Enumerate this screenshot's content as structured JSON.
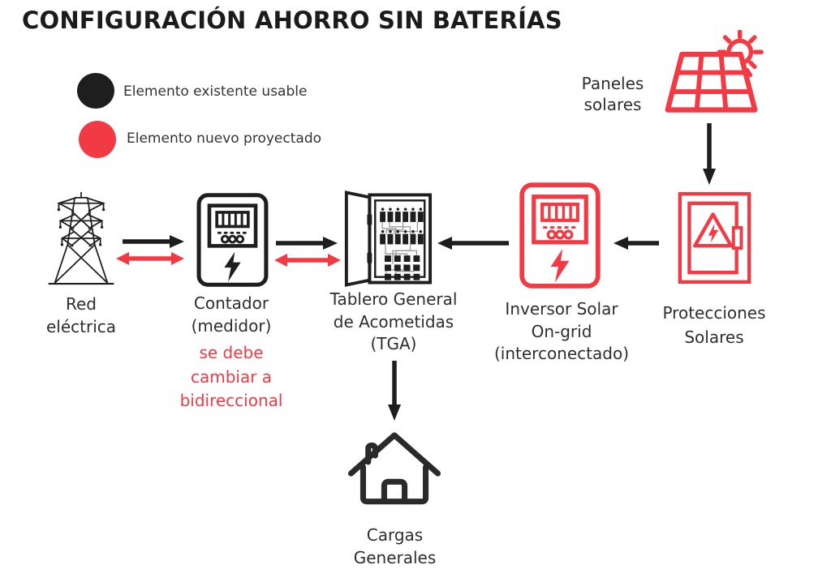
{
  "title": "CONFIGURACIÓN AHORRO SIN BATERÍAS",
  "colors": {
    "existing": "#1e1e1e",
    "projected": "#f23a44"
  },
  "legend": {
    "items": [
      {
        "id": "existing",
        "label": "Elemento existente usable",
        "color": "#1e1e1e"
      },
      {
        "id": "projected",
        "label": "Elemento nuevo proyectado",
        "color": "#f23a44"
      }
    ]
  },
  "nodes": {
    "paneles_solares": {
      "line1": "Paneles",
      "line2": "solares",
      "icon": "solar-panel-sun-icon",
      "status": "projected"
    },
    "protecciones": {
      "line1": "Protecciones",
      "line2": "Solares",
      "icon": "protection-cabinet-icon",
      "status": "projected"
    },
    "inversor": {
      "line1": "Inversor Solar",
      "line2": "On-grid",
      "line3": "(interconectado)",
      "icon": "inverter-meter-icon",
      "status": "projected"
    },
    "tga": {
      "line1": "Tablero General",
      "line2": "de Acometidas",
      "line3": "(TGA)",
      "icon": "breaker-panel-icon",
      "status": "existing"
    },
    "contador": {
      "line1": "Contador",
      "line2": "(medidor)",
      "icon": "energy-meter-icon",
      "status": "existing",
      "note_line1": "se debe",
      "note_line2": "cambiar a",
      "note_line3": "bidireccional"
    },
    "red_electrica": {
      "line1": "Red",
      "line2": "eléctrica",
      "icon": "transmission-tower-icon",
      "status": "existing"
    },
    "cargas": {
      "line1": "Cargas",
      "line2": "Generales",
      "icon": "house-icon",
      "status": "existing"
    }
  }
}
